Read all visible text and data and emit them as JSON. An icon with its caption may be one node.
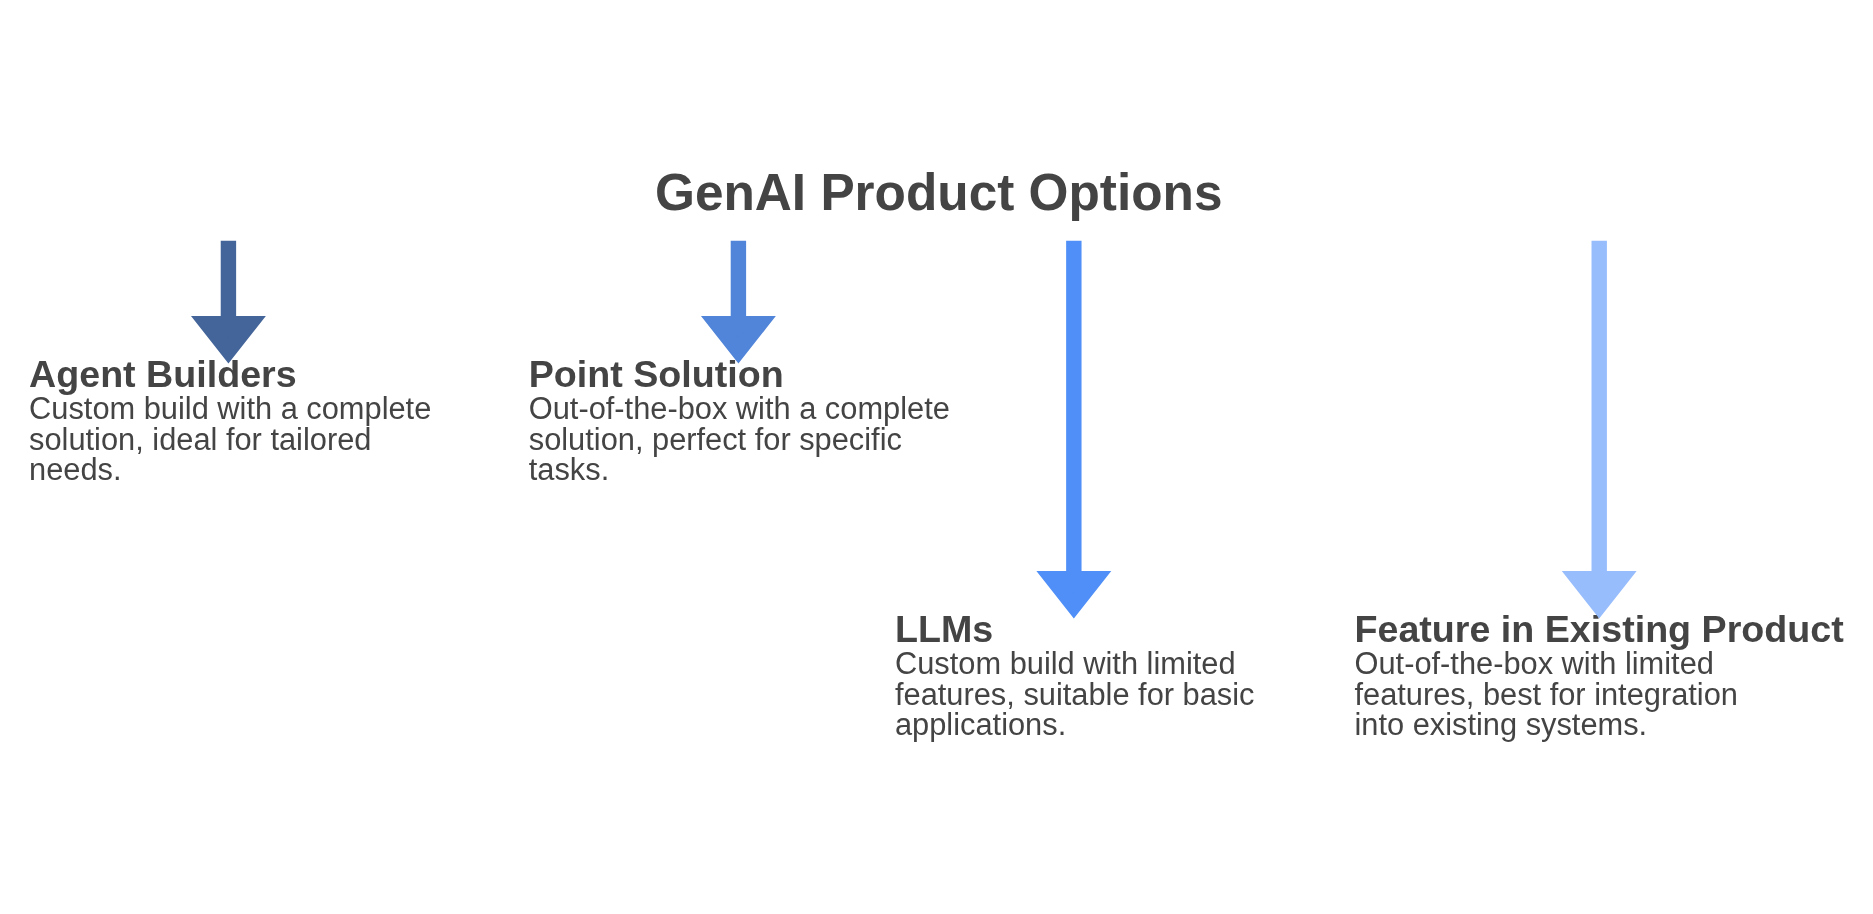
{
  "diagram": {
    "title": "GenAI Product Options",
    "nodes": [
      {
        "text": [
          "Agent Builders",
          "Custom build with a complete solution, ideal for tailored needs."
        ]
      },
      {
        "text": [
          "Point Solution",
          "Out-of-the-box with a complete solution, perfect for specific tasks."
        ]
      },
      {
        "text": [
          "LLMs",
          "Custom build with limited features, suitable for basic applications."
        ]
      },
      {
        "text": [
          "Feature in Existing Product",
          "Out-of-the-box with limited features, best for integration into existing systems."
        ]
      }
    ],
    "edges": [
      {
        "from": null,
        "to": 0,
        "arrow": "to",
        "color": "#44659a"
      },
      {
        "from": null,
        "to": 2,
        "arrow": "to",
        "color": "#4f8ff7"
      },
      {
        "from": null,
        "to": 3,
        "arrow": "to",
        "color": "#98bdfd"
      },
      {
        "from": null,
        "to": 1,
        "arrow": "to",
        "color": "#5185d9"
      }
    ]
  }
}
